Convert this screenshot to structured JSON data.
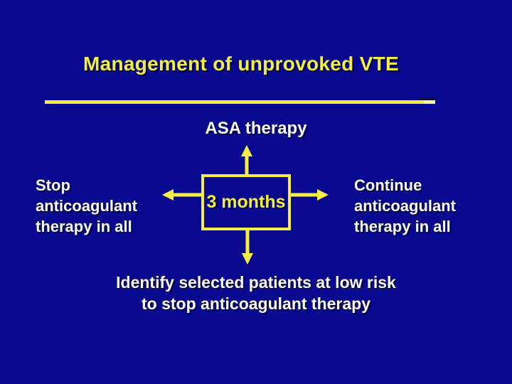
{
  "slide": {
    "title": "Management of unprovoked VTE",
    "top_label": "ASA therapy",
    "center_box_label": "3 months",
    "left_text": "Stop\nanticoagulant\ntherapy in all",
    "right_text": "Continue\nanticoagulant\ntherapy in all",
    "bottom_text": "Identify selected patients at low risk\nto stop anticoagulant therapy",
    "arrows": [
      "up",
      "left",
      "right",
      "down"
    ],
    "colors": {
      "background": "#09098F",
      "accent_yellow": "#F2EE43",
      "pale_yellow_tip": "#F7F4A0",
      "text_white": "#FFFFFF"
    }
  }
}
